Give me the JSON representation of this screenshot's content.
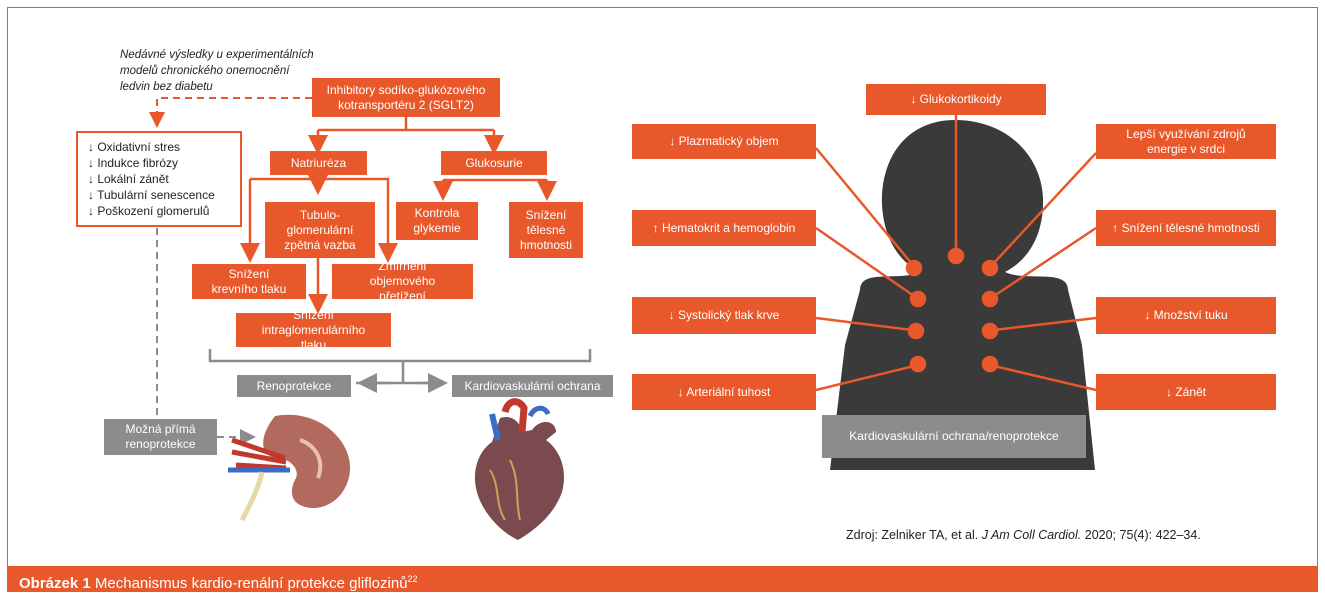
{
  "note": [
    "Nedávné výsledky u experimentálních",
    "modelů chronického onemocnění",
    "ledvin bez diabetu"
  ],
  "effects": [
    "↓ Oxidativní stres",
    "↓ Indukce fibrózy",
    "↓ Lokální zánět",
    "↓ Tubulární senescence",
    "↓ Poškození glomerulů"
  ],
  "flow": {
    "sglt2": "Inhibitory sodíko-glukózového kotransportéru 2 (SGLT2)",
    "natriureza": "Natriuréza",
    "glukosurie": "Glukosurie",
    "tubulo": "Tubulo-glomerulární zpětná vazba",
    "kontrola": "Kontrola glykemie",
    "snizeni_hmot": "Snížení tělesné hmotnosti",
    "snizeni_tlaku": "Snížení krevního tlaku",
    "zmirneni": "Zmírnění objemového přetížení",
    "intraglom": "Snížení intraglomerulárního tlaku",
    "renoprotekce": "Renoprotekce",
    "kardio": "Kardiovaskulární ochrana",
    "prima": "Možná přímá renoprotekce"
  },
  "body": {
    "glukokortikoidy": "↓ Glukokortikoidy",
    "plazmaticky": "↓ Plazmatický objem",
    "energie": "Lepší využívání zdrojů energie v srdci",
    "hematokrit": "↑ Hematokrit a hemoglobin",
    "hmotnost": "↑ Snížení tělesné hmotnosti",
    "systolicky": "↓ Systolický tlak krve",
    "tuk": "↓ Množství tuku",
    "arterialni": "↓ Arteriální tuhost",
    "zanet": "↓ Zánět",
    "ochrana": "Kardiovaskulární ochrana/renoprotekce"
  },
  "source": {
    "prefix": "Zdroj: Zelniker TA, et al. ",
    "journal": "J Am Coll Cardiol.",
    "suffix": " 2020; 75(4): 422–34."
  },
  "caption": {
    "label": "Obrázek 1",
    "text": " Mechanismus kardio-renální protekce gliflozinů",
    "ref": "22"
  },
  "colors": {
    "accent": "#e8582a",
    "gray": "#8c8c8c",
    "silhouette": "#3a3a3a"
  }
}
